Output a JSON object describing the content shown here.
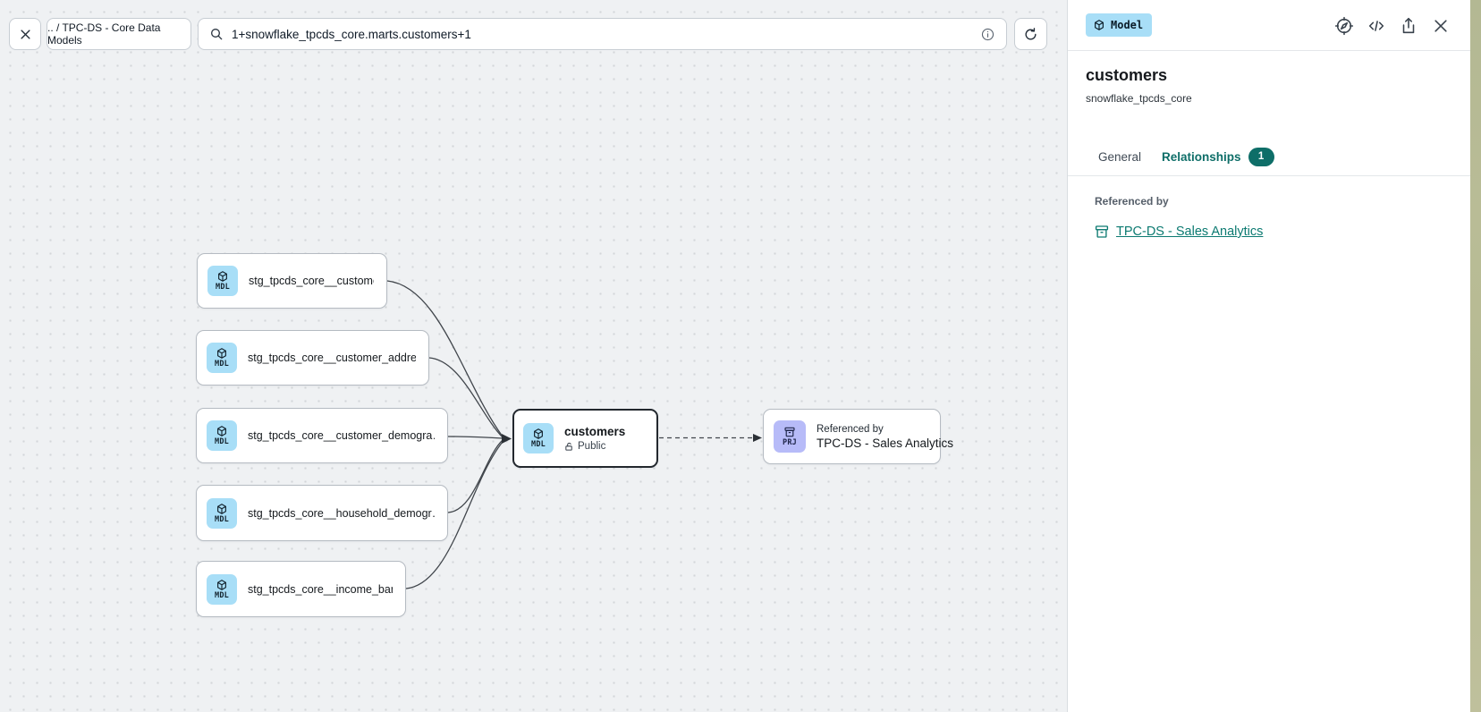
{
  "toolbar": {
    "breadcrumb": ".. / TPC-DS - Core Data Models",
    "search_value": "1+snowflake_tpcds_core.marts.customers+1"
  },
  "panel": {
    "type_badge": "Model",
    "title": "customers",
    "subtitle": "snowflake_tpcds_core",
    "tabs": [
      {
        "label": "General",
        "active": false
      },
      {
        "label": "Relationships",
        "badge": "1",
        "active": true
      }
    ],
    "referenced_by_label": "Referenced by",
    "referenced_by_link": "TPC-DS - Sales Analytics"
  },
  "graph": {
    "upstream_nodes": [
      {
        "type": "MDL",
        "label": "stg_tpcds_core__customer"
      },
      {
        "type": "MDL",
        "label": "stg_tpcds_core__customer_address"
      },
      {
        "type": "MDL",
        "label": "stg_tpcds_core__customer_demogra…"
      },
      {
        "type": "MDL",
        "label": "stg_tpcds_core__household_demogr…"
      },
      {
        "type": "MDL",
        "label": "stg_tpcds_core__income_band"
      }
    ],
    "center_node": {
      "type": "MDL",
      "title": "customers",
      "access": "Public"
    },
    "referenced_node": {
      "type": "PRJ",
      "kicker": "Referenced by",
      "title": "TPC-DS - Sales Analytics"
    },
    "type_labels": {
      "model": "MDL",
      "project": "PRJ"
    }
  },
  "colors": {
    "accent_teal": "#0e6e68",
    "model_blue": "#a8def7",
    "project_lavender": "#b7bbf8",
    "canvas_bg": "#eff1f3",
    "edge": "#41464c"
  }
}
